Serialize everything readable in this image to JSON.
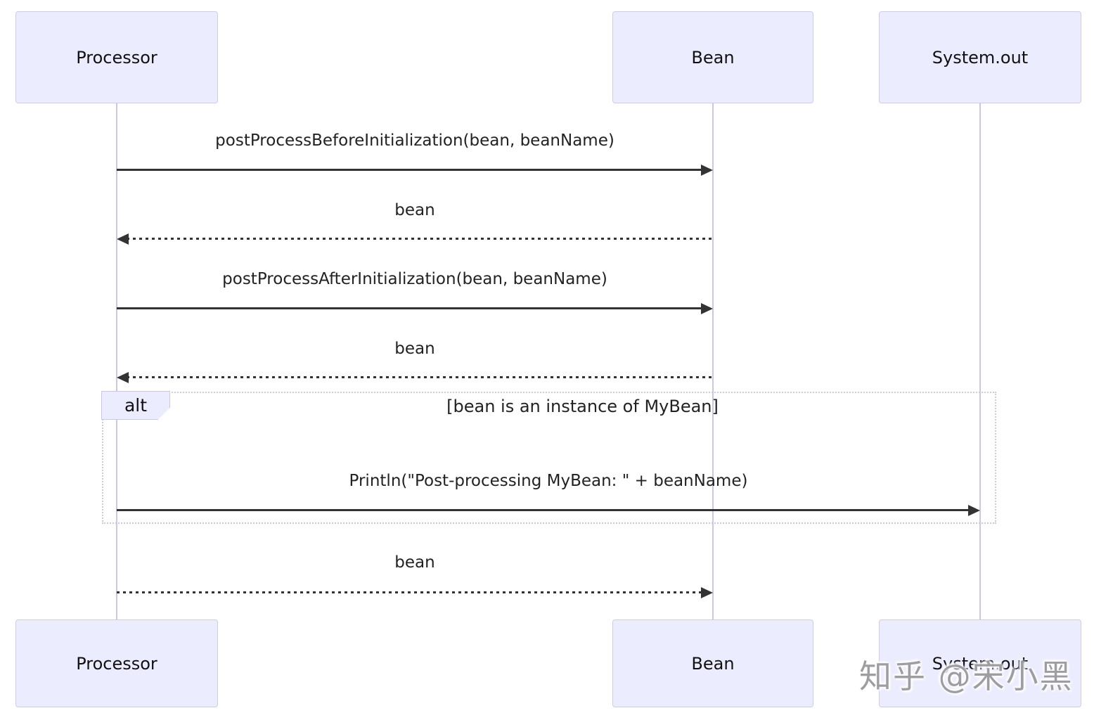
{
  "diagram": {
    "actors": [
      {
        "name": "Processor"
      },
      {
        "name": "Bean"
      },
      {
        "name": "System.out"
      }
    ],
    "messages": [
      {
        "text": "postProcessBeforeInitialization(bean, beanName)",
        "from": "Processor",
        "to": "Bean",
        "line": "solid"
      },
      {
        "text": "bean",
        "from": "Bean",
        "to": "Processor",
        "line": "dashed"
      },
      {
        "text": "postProcessAfterInitialization(bean, beanName)",
        "from": "Processor",
        "to": "Bean",
        "line": "solid"
      },
      {
        "text": "bean",
        "from": "Bean",
        "to": "Processor",
        "line": "dashed"
      },
      {
        "text": "Println(\"Post-processing MyBean: \" + beanName)",
        "from": "Processor",
        "to": "System.out",
        "line": "solid"
      },
      {
        "text": "bean",
        "from": "Processor",
        "to": "Bean",
        "line": "dashed"
      }
    ],
    "alt_block": {
      "label": "alt",
      "condition": "[bean is an instance of MyBean]"
    },
    "colors": {
      "actor_fill": "#ECECFF",
      "actor_border": "#CFCCE8",
      "lifeline": "#CBC9E2",
      "signal": "#333333",
      "frame_border": "#CCC9E8"
    }
  },
  "watermark": {
    "text": "知乎 @宋小黑"
  }
}
